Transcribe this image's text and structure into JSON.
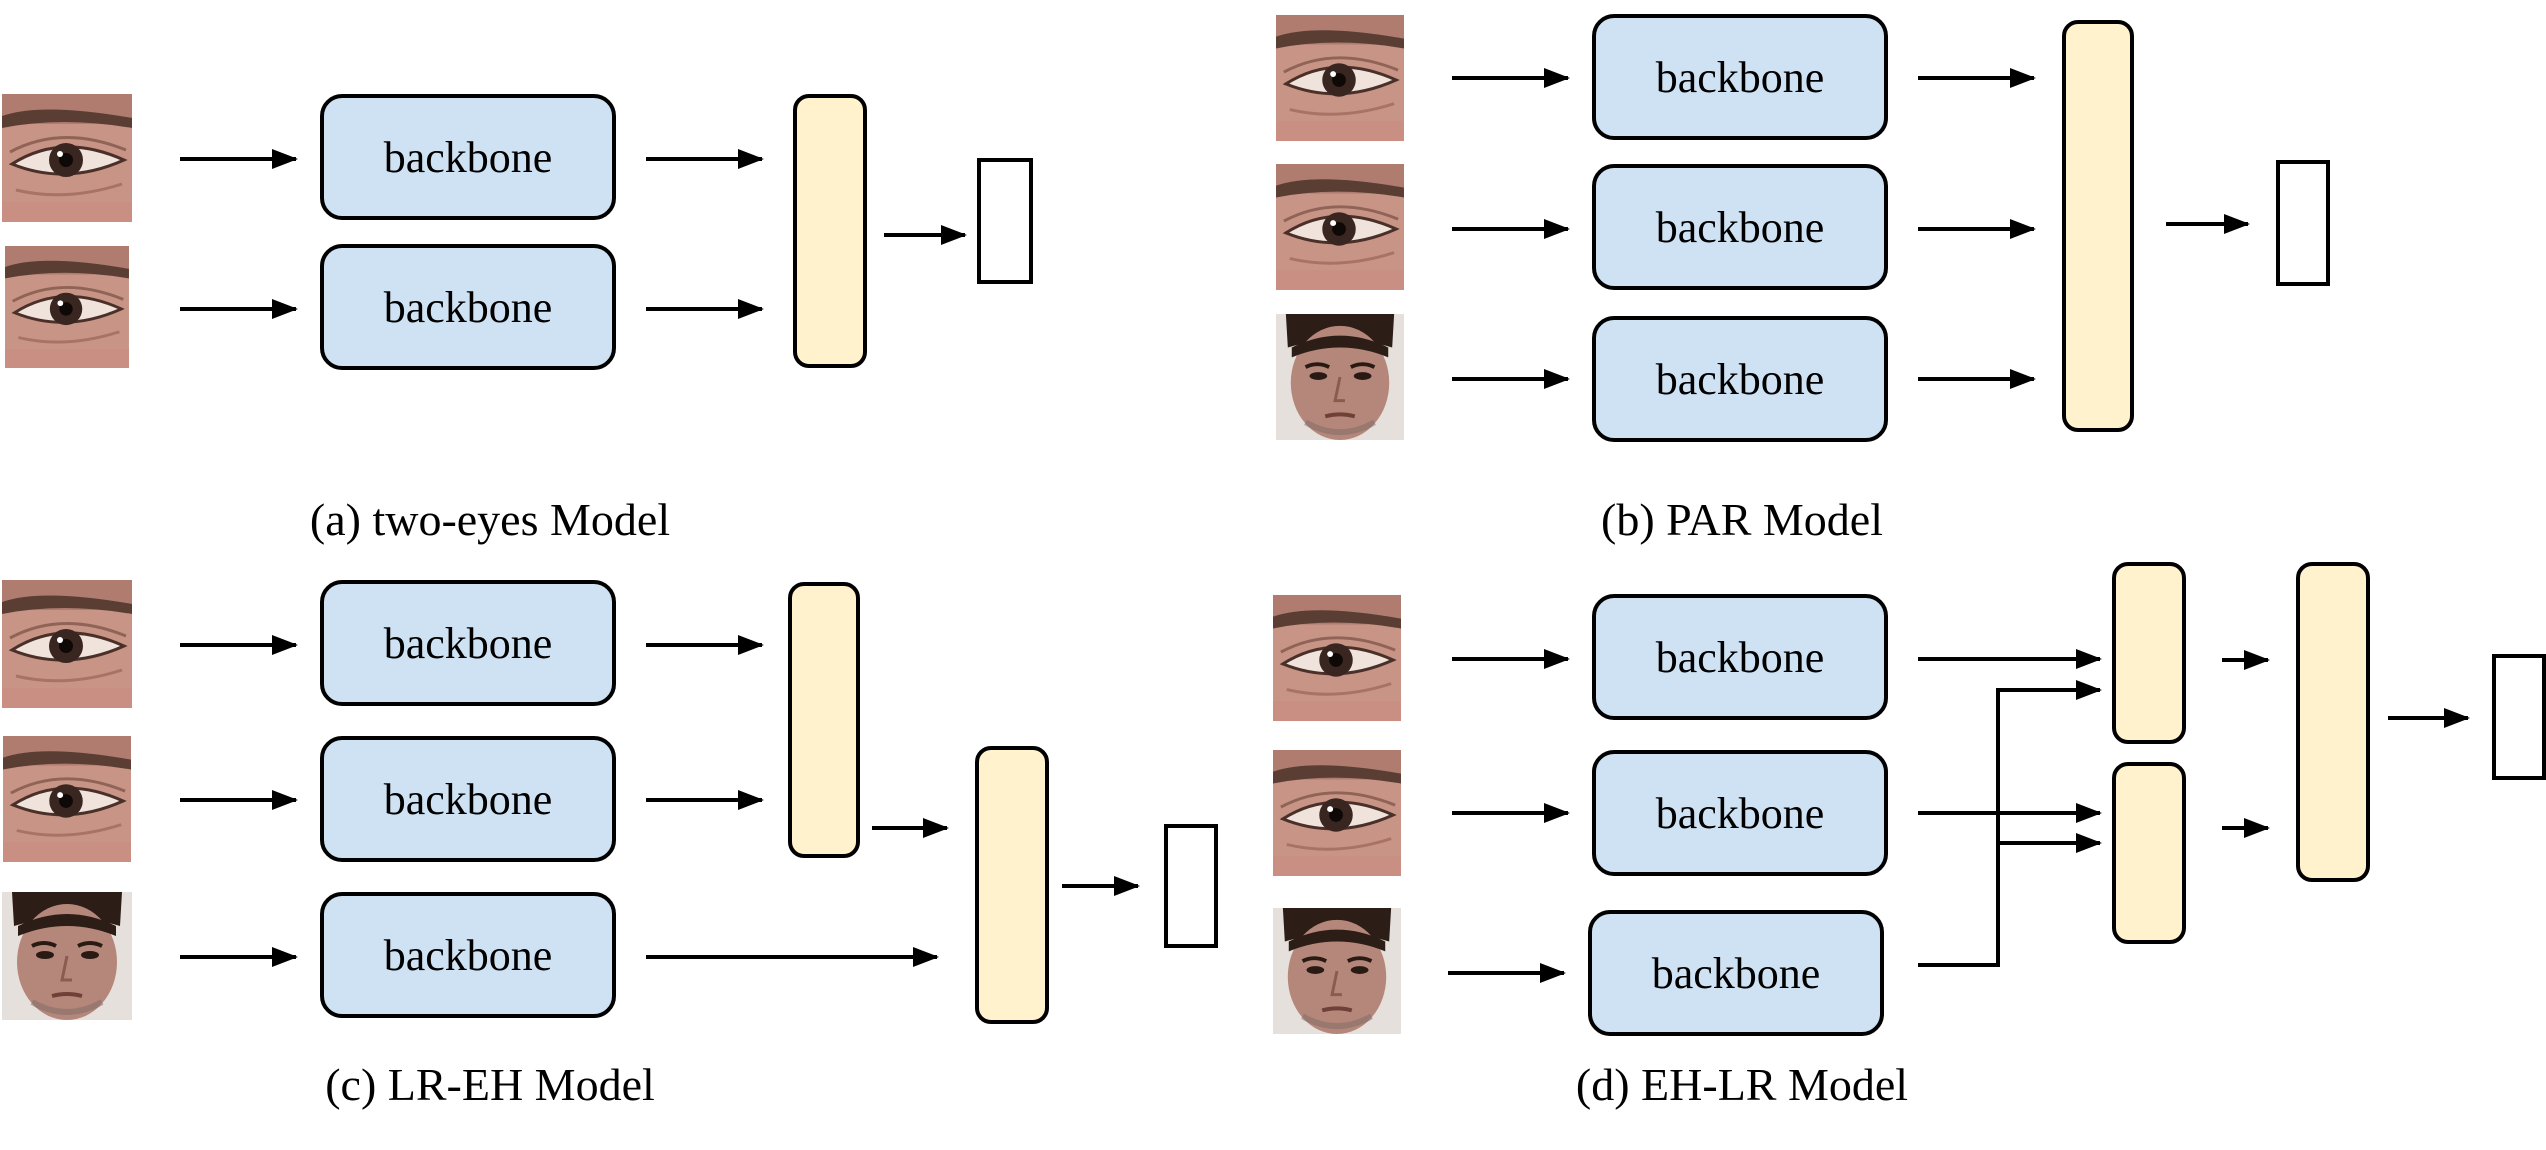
{
  "backbone_label": "backbone",
  "colors": {
    "backbone_fill": "#cfe2f3",
    "feature_fill": "#fff2cc",
    "output_fill": "#ffffff",
    "stroke": "#000000",
    "skin_eye": "#c9958a",
    "skin_face": "#b88e7c",
    "hair": "#3a2a22"
  },
  "panels": {
    "a": {
      "caption": "(a) two-eyes Model",
      "inputs": [
        "eye",
        "eye"
      ]
    },
    "b": {
      "caption": "(b) PAR Model",
      "inputs": [
        "eye",
        "eye",
        "face"
      ]
    },
    "c": {
      "caption": "(c) LR-EH Model",
      "inputs": [
        "eye",
        "eye",
        "face"
      ]
    },
    "d": {
      "caption": "(d) EH-LR Model",
      "inputs": [
        "eye",
        "eye",
        "face"
      ]
    }
  }
}
